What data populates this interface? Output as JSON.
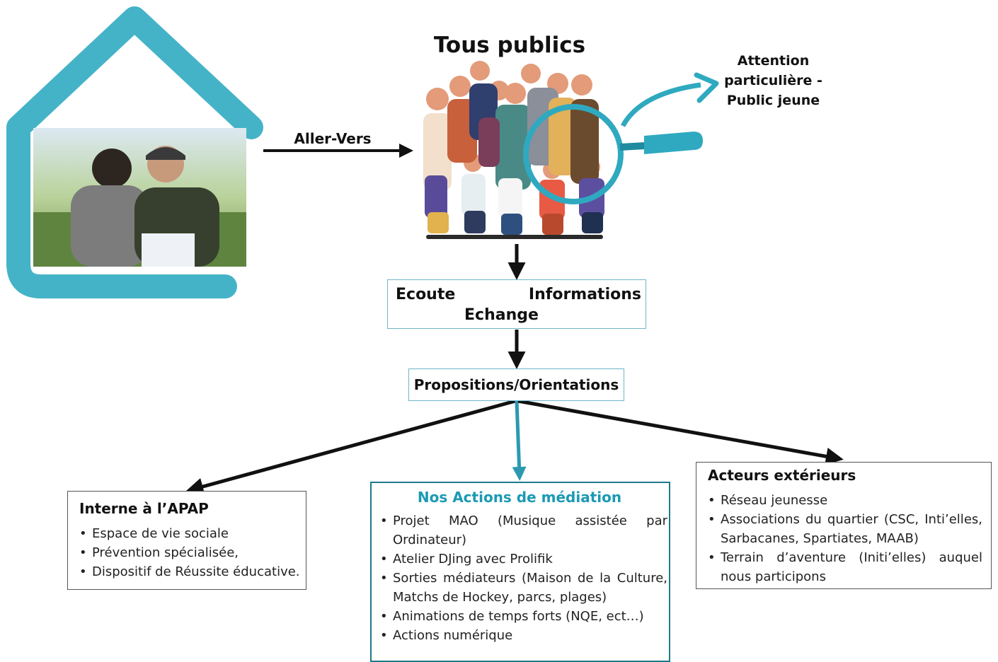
{
  "title": "Tous publics",
  "aller_vers": "Aller-Vers",
  "attention": "Attention particulière - Public jeune",
  "ecoute_box": {
    "ecoute": "Ecoute",
    "informations": "Informations",
    "echange": "Echange"
  },
  "propositions": "Propositions/Orientations",
  "apap": {
    "title": "Interne à l’APAP",
    "items": [
      "Espace de vie sociale",
      "Prévention spécialisée,",
      "Dispositif de Réussite éducative."
    ]
  },
  "mediation": {
    "title": "Nos Actions de médiation",
    "items": [
      "Projet MAO (Musique assistée par Ordinateur)",
      "Atelier DJing avec Prolifik",
      "Sorties médiateurs (Maison de la Culture, Matchs de Hockey, parcs, plages)",
      "Animations de temps forts (NQE, ect…)",
      "Actions numérique"
    ]
  },
  "exterieurs": {
    "title": "Acteurs extérieurs",
    "items": [
      "Réseau jeunesse",
      "Associations du quartier (CSC, Inti’elles, Sarbacanes, Spartiates, MAAB)",
      "Terrain d’aventure (Initi’elles) auquel nous participons"
    ]
  },
  "colors": {
    "teal": "#45b3c7",
    "dark_teal": "#1f7a89",
    "arrow": "#111111",
    "blue_arrow": "#2a9ab0"
  }
}
